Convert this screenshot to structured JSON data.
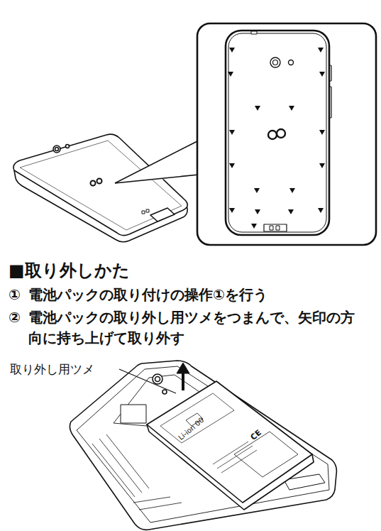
{
  "diagram": {
    "title": "■取り外しかた",
    "labels": [
      "①",
      "電池パックの取り付けの操作①を行う",
      "②",
      "電池パックの取り外し用ツメをつまんで、矢印の方向に持ち上げて取り外す",
      "取り外し用ツメ",
      "Li-ion 00",
      "CE"
    ]
  }
}
